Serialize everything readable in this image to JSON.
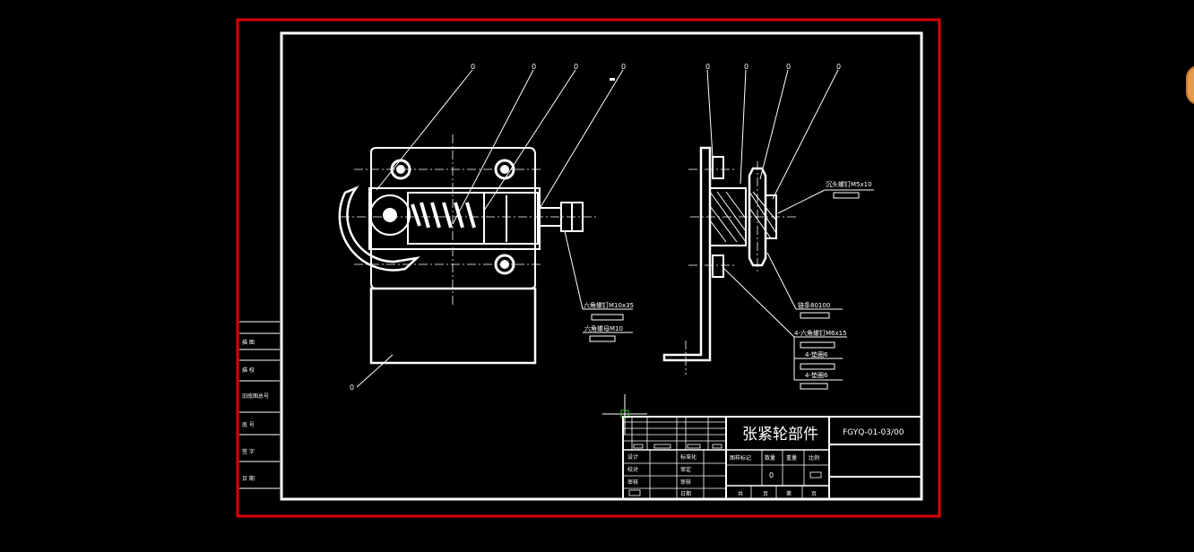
{
  "colors": {
    "background": "#000000",
    "line": "#ffffff",
    "sheet_border": "#e00000",
    "cursor": "#33cc33",
    "widget": "#e69a4a"
  },
  "title_block": {
    "part_name": "张紧轮部件",
    "drawing_number": "FGYQ-01-03/00",
    "sign_rows": [
      [
        "设计",
        "标准化"
      ],
      [
        "校对",
        "审定"
      ],
      [
        "审核",
        "审核"
      ],
      [
        "",
        "日期"
      ]
    ],
    "header_cells": [
      "图样标记",
      "数量",
      "重量",
      "比例"
    ],
    "quantity_value": "0",
    "sheet_cells": [
      "共",
      "页",
      "第",
      "页"
    ]
  },
  "left_strip": {
    "labels": [
      "描 图",
      "描 校",
      "旧底图总号",
      "底 号",
      "签 字",
      "日 期"
    ]
  },
  "balloons": {
    "top_left": [
      "0",
      "0",
      "0",
      "0"
    ],
    "top_right": [
      "0",
      "0",
      "0",
      "0"
    ],
    "bottom_left": "0"
  },
  "callouts": {
    "hex_bolt": "六角螺钉M10x35",
    "hex_nut": "六角螺母M10",
    "countersunk_screw": "沉头螺钉M5x10",
    "sprocket": "链条80100",
    "hex_bolts_4": "4-六角螺钉M6x15",
    "washer_a": "4-垫圈6",
    "washer_b": "4-垫圈6"
  },
  "corner_widget": {
    "icon": "assistant-bubble-icon"
  }
}
